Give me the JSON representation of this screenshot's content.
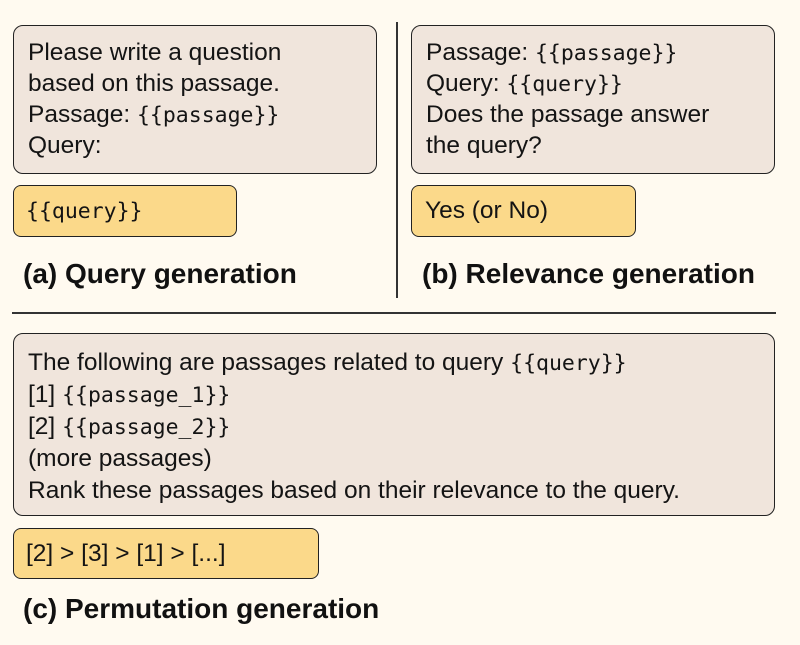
{
  "panel_a": {
    "prompt_line1": "Please write a question",
    "prompt_line2": "based on this passage.",
    "prompt_line3_label": "Passage:",
    "prompt_line3_var": "{{passage}}",
    "prompt_line4": "Query:",
    "output_var": "{{query}}",
    "caption": "(a) Query generation"
  },
  "panel_b": {
    "prompt_line1_label": "Passage:",
    "prompt_line1_var": "{{passage}}",
    "prompt_line2_label": "Query:",
    "prompt_line2_var": "{{query}}",
    "prompt_line3": "Does the passage answer",
    "prompt_line4": "the query?",
    "output": "Yes (or No)",
    "caption": "(b) Relevance generation"
  },
  "panel_c": {
    "prompt_line1_label": "The following are passages related to query",
    "prompt_line1_var": "{{query}}",
    "prompt_line2_label": "[1]",
    "prompt_line2_var": "{{passage_1}}",
    "prompt_line3_label": "[2]",
    "prompt_line3_var": "{{passage_2}}",
    "prompt_line4": "(more passages)",
    "prompt_line5": "Rank these passages based on their relevance to the query.",
    "output": "[2] > [3] > [1] > [...]",
    "caption": "(c) Permutation generation"
  },
  "colors": {
    "background": "#fffaf0",
    "prompt_box": "#f0e5dc",
    "output_box": "#fbd98a"
  }
}
